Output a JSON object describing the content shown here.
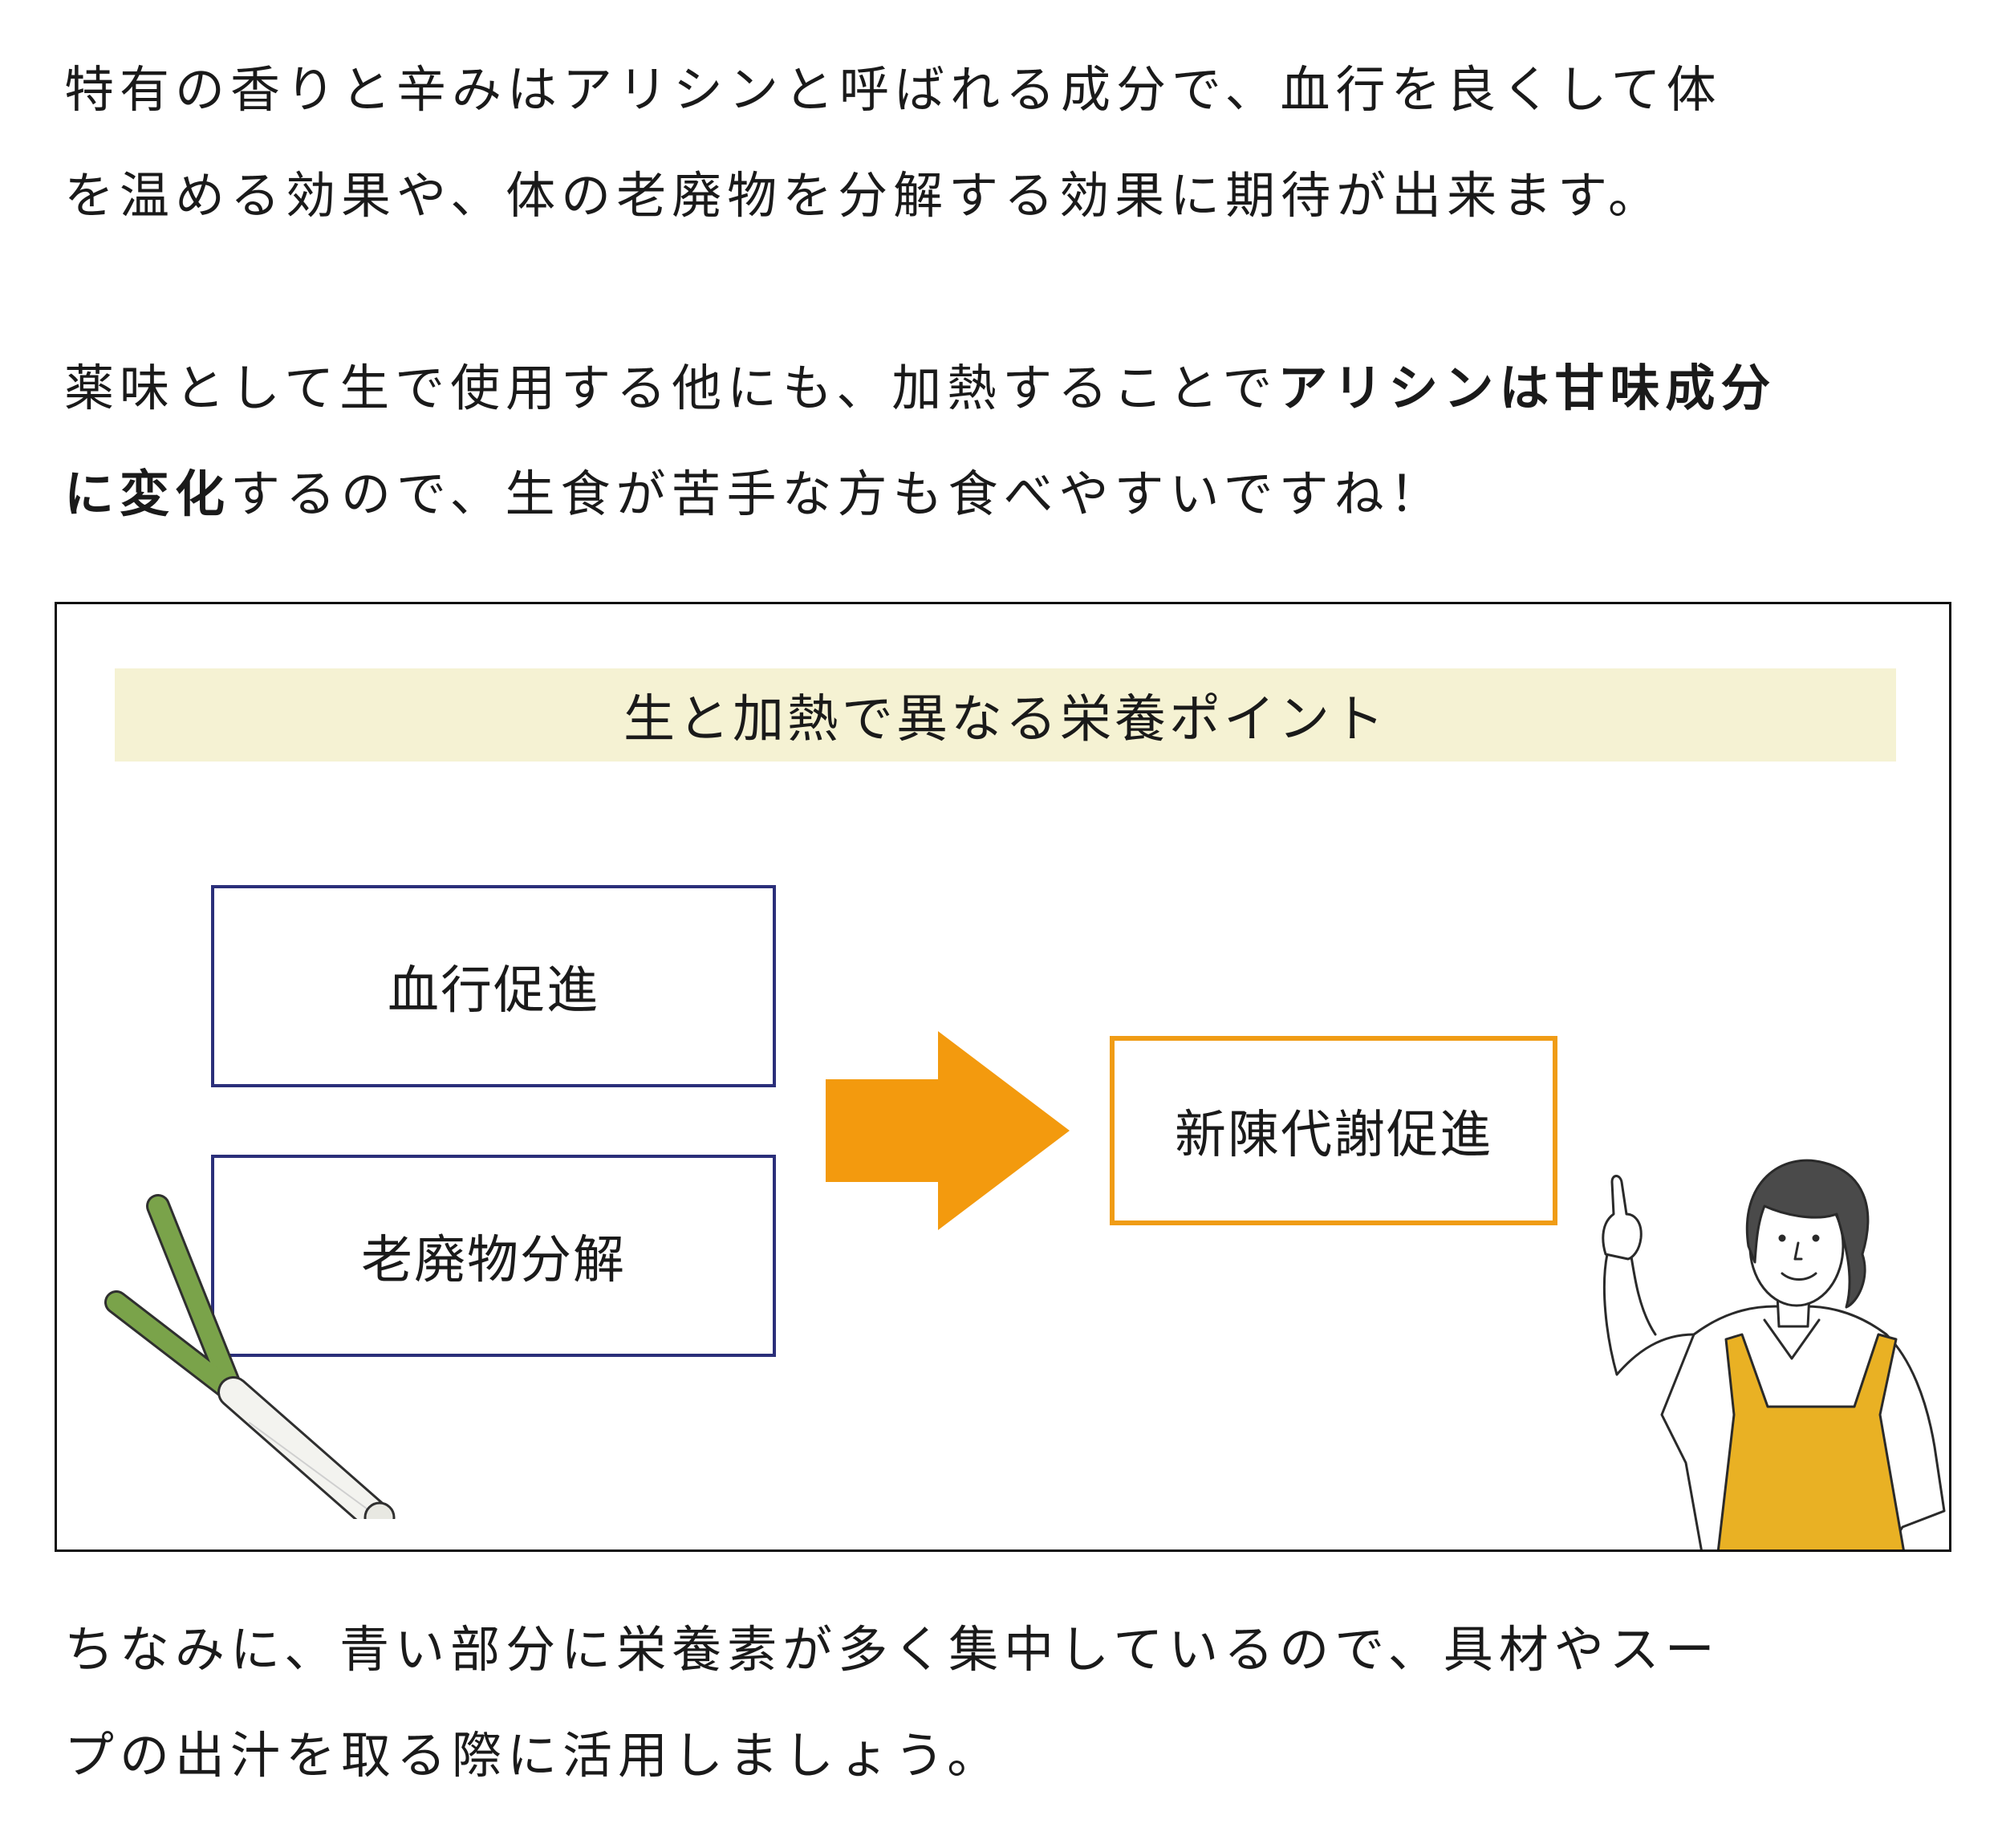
{
  "intro": {
    "line1": "特有の香りと辛みはアリシンと呼ばれる成分で、血行を良くして体",
    "line2": "を温める効果や、体の老廃物を分解する効果に期待が出来ます。"
  },
  "cooking": {
    "text_before": "薬味として生で使用する他にも、加熱することで",
    "bold1": "アリシンは甘味成分",
    "bold2": "に変化",
    "text_after": "するので、生食が苦手な方も食べやすいですね！"
  },
  "figure": {
    "title": "生と加熱で異なる栄養ポイント",
    "title_bg": "#f5f2d3",
    "before": [
      "血行促進",
      "老廃物分解"
    ],
    "after": "新陳代謝促進",
    "colors": {
      "box_border": "#2b2f7a",
      "result_border": "#f09c15",
      "arrow": "#f39a0e",
      "apron": "#e9b124",
      "leek_green": "#7aa34a",
      "hair": "#4a4a4a"
    },
    "illustrations": [
      "leek-illustration",
      "chef-woman-illustration"
    ]
  },
  "tip": {
    "line1": "ちなみに、青い部分に栄養素が多く集中しているので、具材やスー",
    "line2": "プの出汁を取る際に活用しましょう。"
  }
}
